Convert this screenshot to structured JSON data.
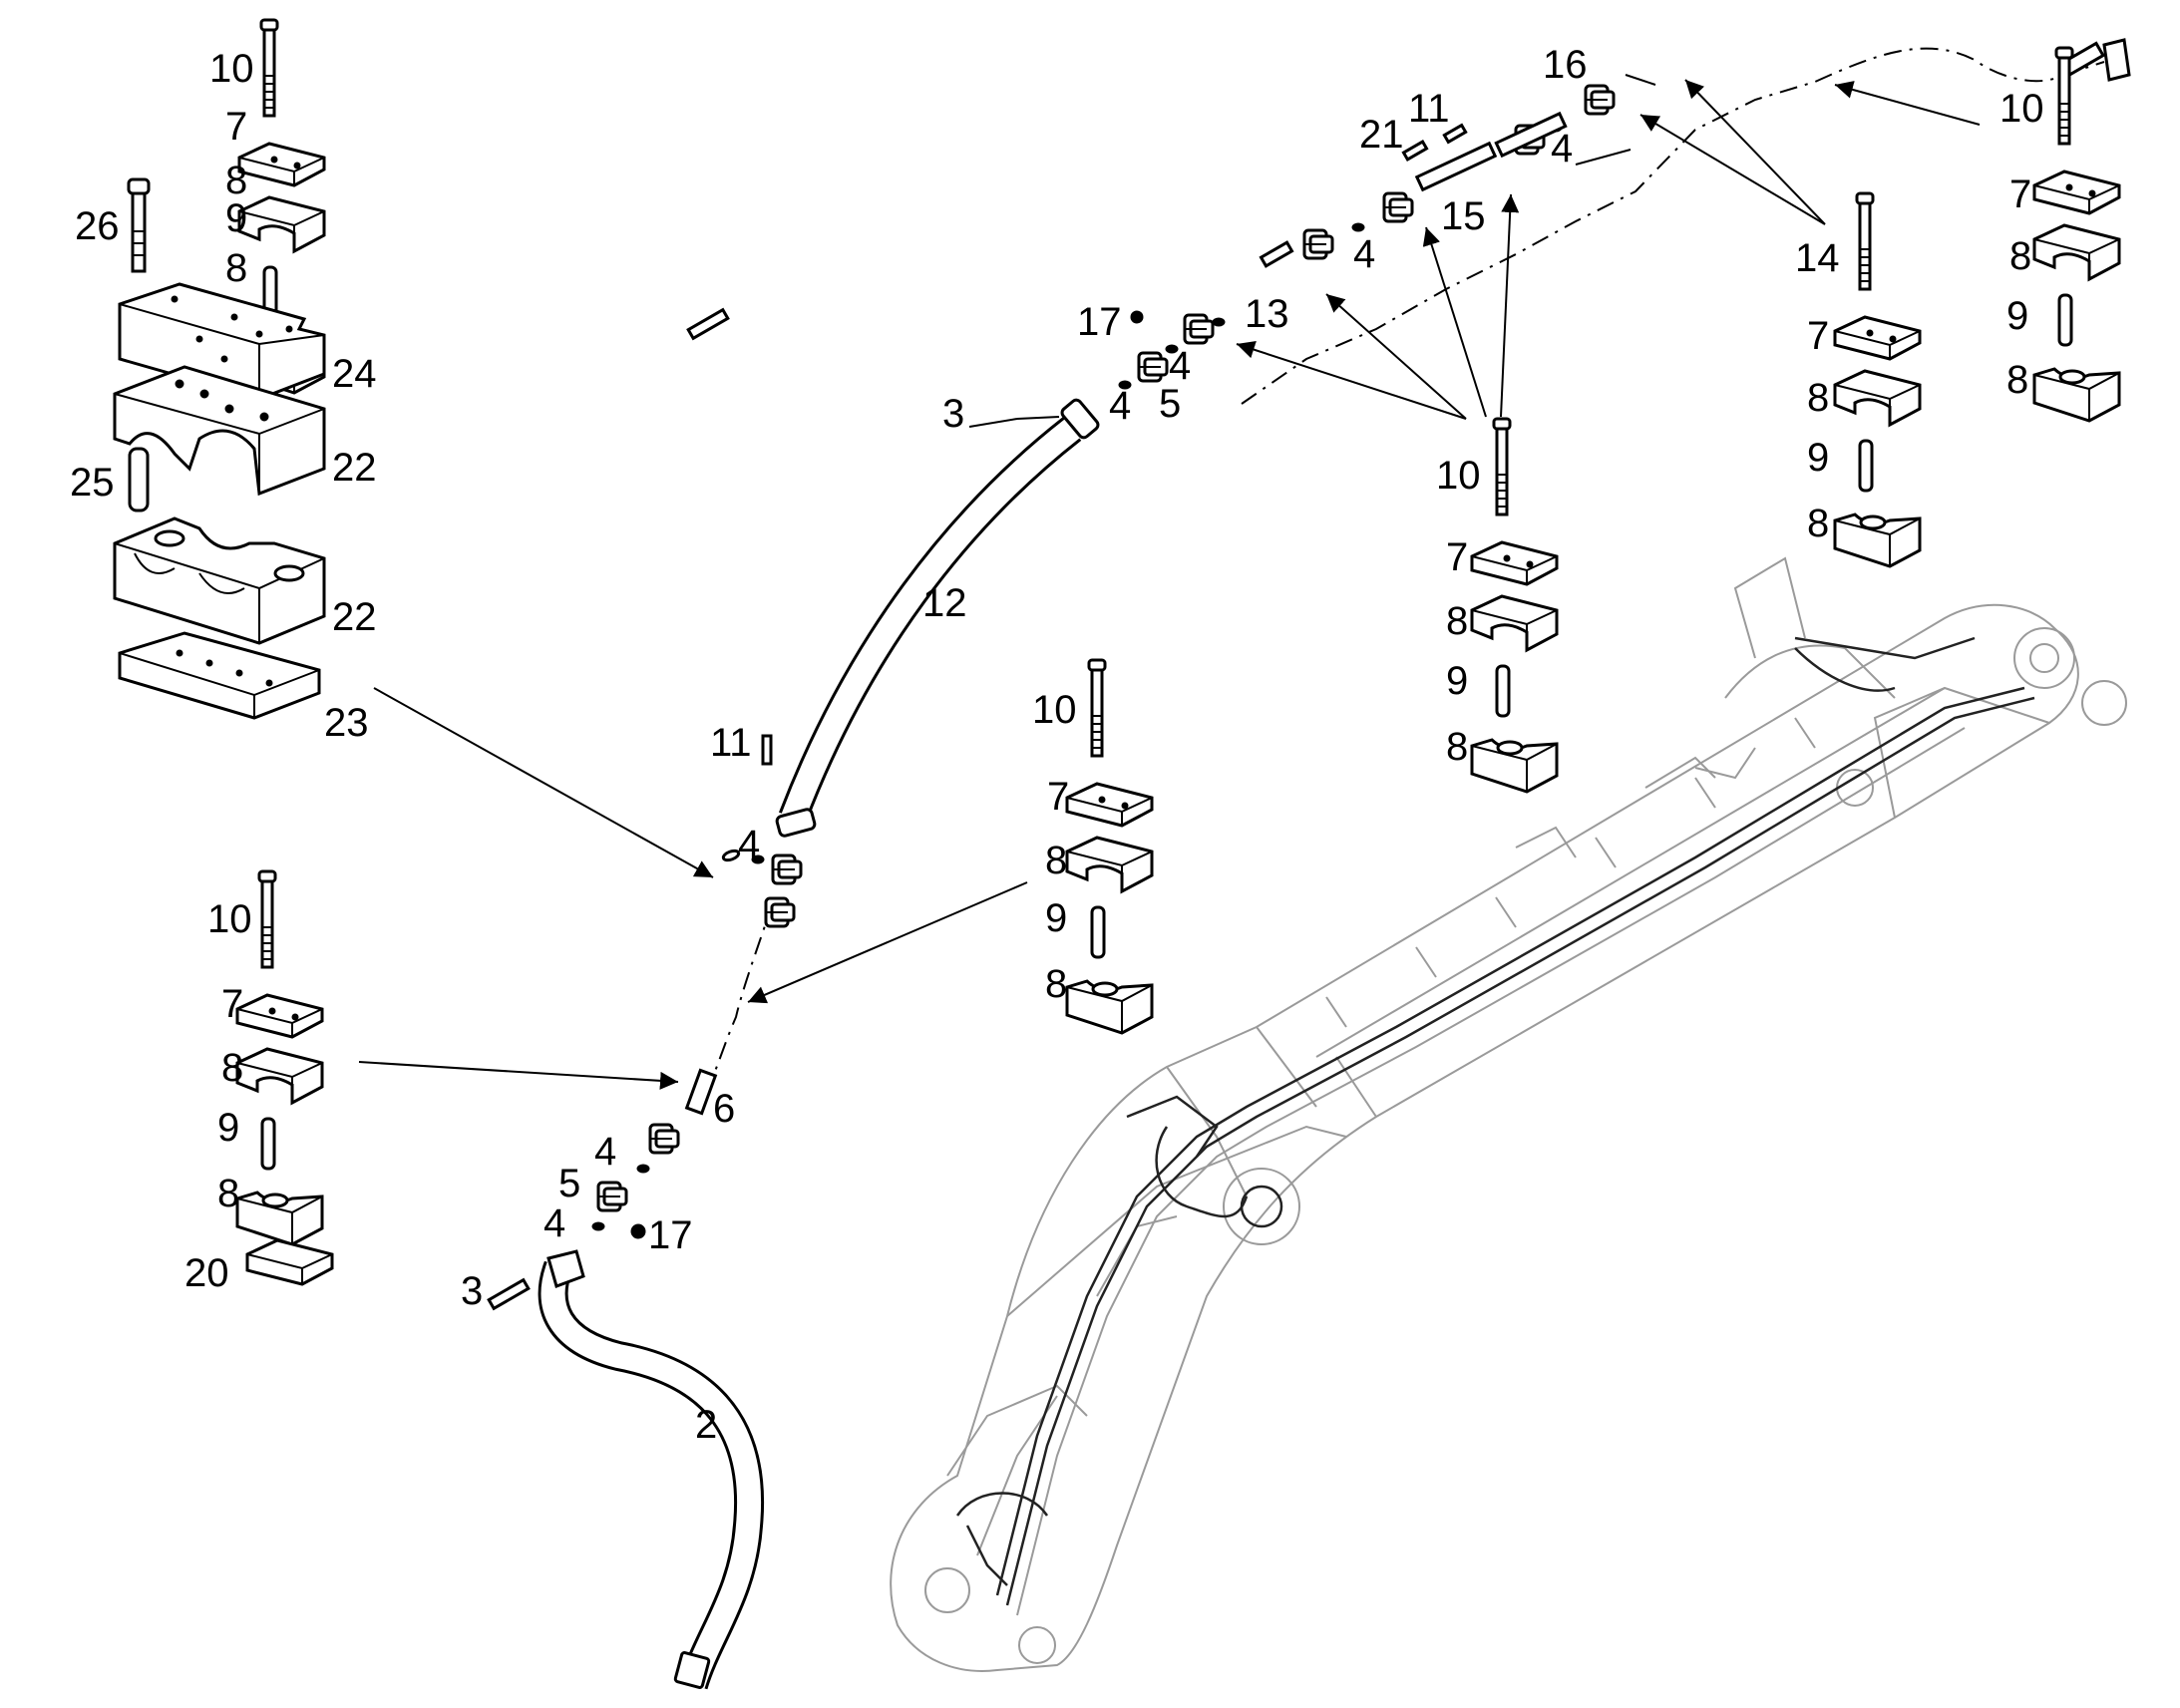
{
  "diagram": {
    "labels": {
      "c1_10": "10",
      "c1_7": "7",
      "c1_8a": "8",
      "c1_9": "9",
      "c1_8b": "8",
      "p26": "26",
      "p24": "24",
      "p22a": "22",
      "p25": "25",
      "p22b": "22",
      "p23": "23",
      "c2_10": "10",
      "c2_7": "7",
      "c2_8a": "8",
      "c2_9": "9",
      "c2_8b": "8",
      "p20": "20",
      "c3_10": "10",
      "c3_7": "7",
      "c3_8a": "8",
      "c3_9": "9",
      "c3_8b": "8",
      "c4_10": "10",
      "c4_7": "7",
      "c4_8a": "8",
      "c4_9": "9",
      "c4_8b": "8",
      "c5_14": "14",
      "c5_7": "7",
      "c5_8a": "8",
      "c5_9": "9",
      "c5_8b": "8",
      "c6_10": "10",
      "c6_7": "7",
      "c6_8a": "8",
      "c6_9": "9",
      "c6_8b": "8",
      "p12": "12",
      "p11a": "11",
      "p4a": "4",
      "p6": "6",
      "p4b": "4",
      "p5a": "5",
      "p4c": "4",
      "p17a": "17",
      "p3a": "3",
      "p2": "2",
      "p3b": "3",
      "p4d": "4",
      "p17b": "17",
      "p4e": "4",
      "p5b": "5",
      "p13": "13",
      "p4f": "4",
      "p15": "15",
      "p21": "21",
      "p11b": "11",
      "p16": "16",
      "p4g": "4"
    }
  }
}
